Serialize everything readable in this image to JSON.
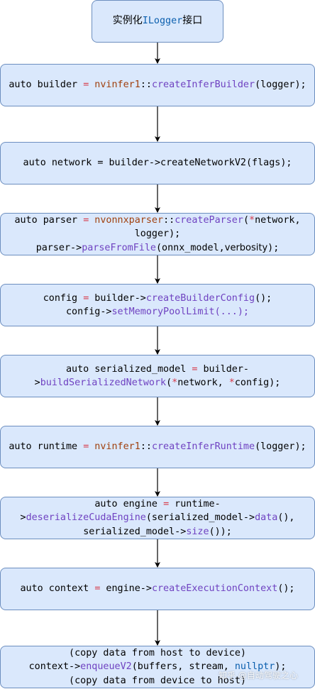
{
  "nodes": {
    "start": {
      "prefix": "实例化",
      "code": "ILogger",
      "suffix": "接口"
    },
    "builder": {
      "t1": "auto builder ",
      "op": "=",
      "ns": " nvinfer1",
      "sep": "::",
      "fn": "createInferBuilder",
      "t2": "(logger);"
    },
    "network": {
      "text": "auto network = builder->createNetworkV2(flags);"
    },
    "parser": {
      "t1": "auto parser ",
      "op": "=",
      "ns": " nvonnxparser",
      "sep": "::",
      "fn": "createParser",
      "t2": "(",
      "star": "*",
      "t3": "network,",
      "t4": "logger);",
      "t5": "parser->",
      "fn2": "parseFromFile",
      "t6": "(onnx_model,",
      "t7": "verbosity",
      "t8": ");"
    },
    "config": {
      "t1": "config ",
      "op": "=",
      "t2": " builder->",
      "fn": "createBuilderConfig",
      "t3": "();",
      "t4": "config->",
      "fn2": "setMemoryPoolLimit(...);"
    },
    "serialize": {
      "t1": "auto serialized_model ",
      "op": "=",
      "t2": " builder-",
      "t3": ">",
      "fn": "buildSerializedNetwork",
      "t4": "(",
      "star1": "*",
      "t5": "network, ",
      "star2": "*",
      "t6": "config);"
    },
    "runtime": {
      "t1": "auto runtime ",
      "op": "=",
      "ns": " nvinfer1",
      "sep": "::",
      "fn": "createInferRuntime",
      "t2": "(logger);"
    },
    "engine": {
      "t1": "auto engine ",
      "op": "=",
      "t2": " runtime-",
      "t3": ">",
      "fn": "deserializeCudaEngine",
      "t4": "(serialized_model->",
      "fn2": "data",
      "t5": "(),",
      "t6": "serialized_model->",
      "fn3": "size",
      "t7": "());"
    },
    "context": {
      "t1": "auto context ",
      "op": "=",
      "t2": " engine->",
      "fn": "createExecutionContext",
      "t3": "();"
    },
    "enqueue": {
      "l1": "(copy data from host to device)",
      "t1": "context->",
      "fn": "enqueueV2",
      "t2": "(buffers, stream, ",
      "kw": "nullptr",
      "t3": ");",
      "l3": "(copy data from device to host)"
    }
  },
  "watermark": "知乎 @自动驾驶之心",
  "colors": {
    "box_fill": "#dae8fc",
    "box_border": "#6c8ebf",
    "operator": "#d73a49",
    "namespace": "#a0400e",
    "function": "#6f42c1",
    "keyword": "#0b5fae"
  }
}
